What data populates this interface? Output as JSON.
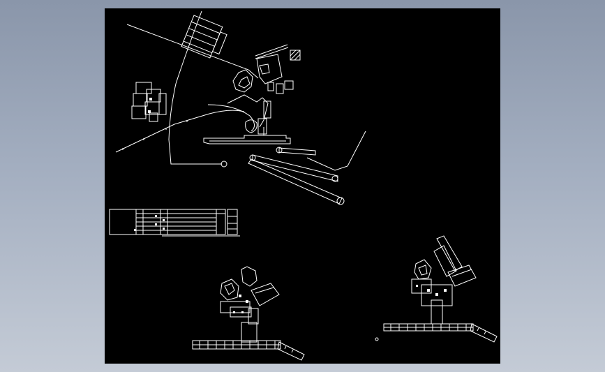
{
  "viewer": {
    "background_color": "#9aa5b7",
    "sheet_color": "#000000",
    "line_color": "#ffffff"
  },
  "drawing": {
    "views": [
      "site-plan",
      "drawing-index-table",
      "floor-plan-left",
      "floor-plan-right"
    ]
  }
}
